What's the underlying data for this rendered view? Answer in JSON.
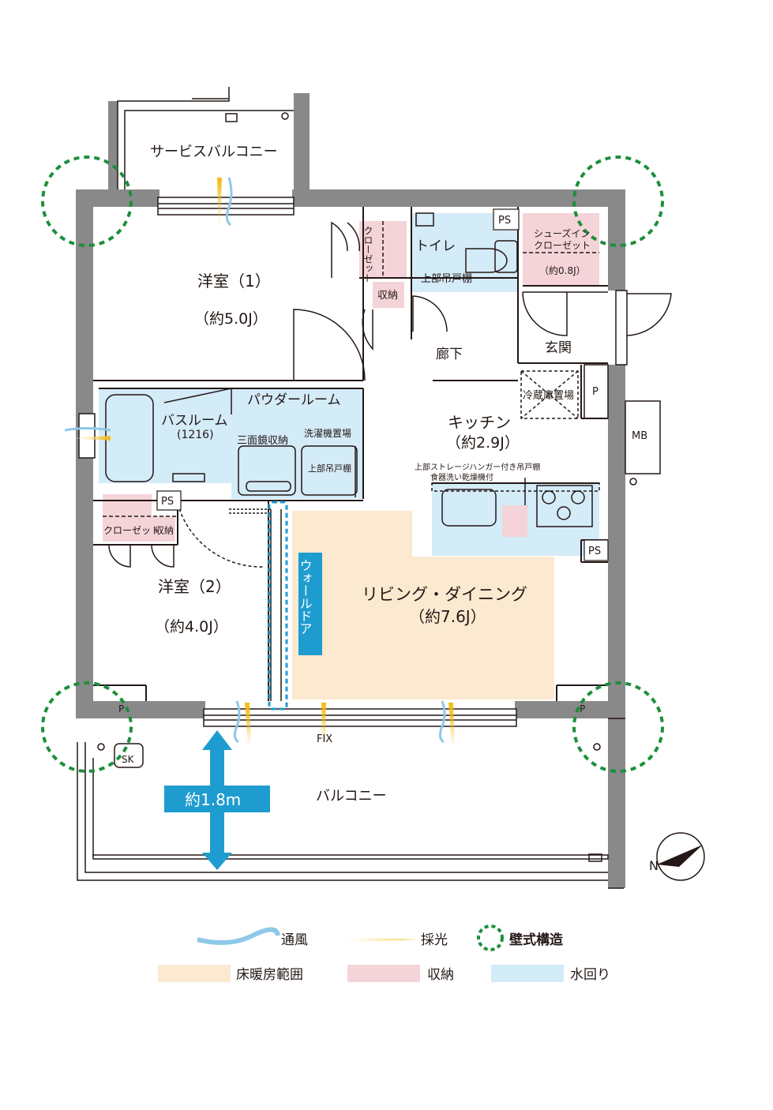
{
  "rooms": {
    "service_balcony": "サービスバルコニー",
    "bedroom1_name": "洋室（1）",
    "bedroom1_size": "（約5.0J）",
    "closet_vertical": "クローゼット",
    "storage": "収納",
    "toilet": "トイレ",
    "upper_cabinet": "上部吊戸棚",
    "ps": "PS",
    "shoes_closet_line1": "シューズイン",
    "shoes_closet_line2": "クローゼット",
    "shoes_closet_size": "（約0.8J）",
    "hallway": "廊下",
    "entrance": "玄関",
    "fridge": "冷蔵庫置場",
    "p": "P",
    "mb": "MB",
    "kitchen_name": "キッチン",
    "kitchen_size": "（約2.9J）",
    "kitchen_note1": "上部ストレージハンガー付き吊戸棚",
    "kitchen_note2": "食器洗い乾燥機付",
    "powder_room": "パウダールーム",
    "bathroom": "バスルーム",
    "bathroom_size": "(1216)",
    "triple_mirror": "三面鏡収納",
    "washer": "洗濯機置場",
    "upper_cabinet2": "上部吊戸棚",
    "closet": "クローゼット",
    "storage2": "収納",
    "bedroom2_name": "洋室（2）",
    "bedroom2_size": "（約4.0J）",
    "wall_door": "ウォールドア",
    "living_name": "リビング・ダイニング",
    "living_size": "（約7.6J）",
    "fix": "FIX",
    "sk": "SK",
    "balcony": "バルコニー",
    "depth": "約1.8m"
  },
  "legend": {
    "ventilation": "通風",
    "daylight": "採光",
    "wall_structure": "壁式構造",
    "floor_heating": "床暖房範囲",
    "storage": "収納",
    "water": "水回り"
  },
  "colors": {
    "wall": "#898989",
    "water": "#d4ebf8",
    "storage": "#f4d4d9",
    "floor_heating": "#fbe9d0",
    "accent_blue": "#1e9ccf",
    "wall_structure": "#1c8f3c",
    "daylight": "#f2b90c",
    "ventilation": "#8fc8e8"
  }
}
